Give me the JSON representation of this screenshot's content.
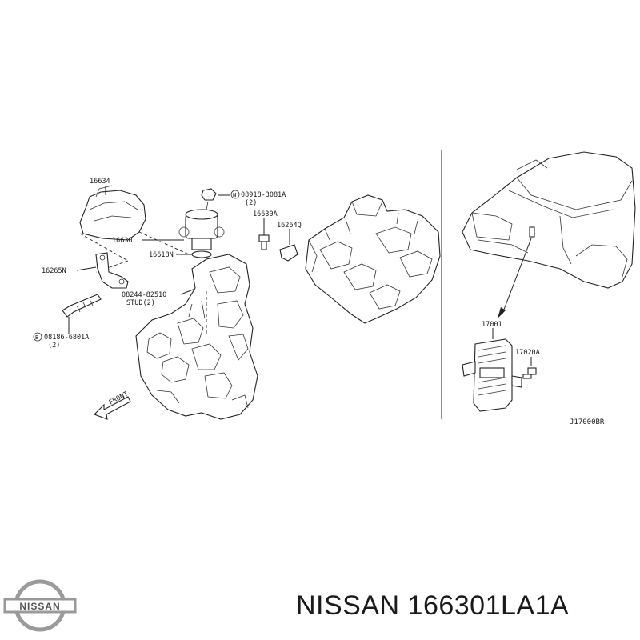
{
  "diagram": {
    "part_labels": {
      "p16634": "16634",
      "p16630": "16630",
      "p16618n": "16618N",
      "p16265n": "16265N",
      "p08244": "08244-82510",
      "p_stud": "STUD(2)",
      "p08186": "08186-6801A",
      "p08186_qty": "(2)",
      "p08918": "08918-3081A",
      "p08918_qty": "(2)",
      "p16630a": "16630A",
      "p16264q": "16264Q",
      "p17001": "17001",
      "p17020a": "17020A",
      "p_front": "FRONT",
      "ref_code": "J17000BR"
    },
    "circle_mark": "N",
    "circle_mark_b": "B"
  },
  "caption": {
    "brand": "NISSAN",
    "part_number": "166301LA1A",
    "text": "NISSAN 166301LA1A"
  },
  "logo": {
    "wordmark": "NISSAN"
  },
  "colors": {
    "ink": "#1a1a1a",
    "background": "#ffffff",
    "logo_silver": "#9a9a9a"
  }
}
